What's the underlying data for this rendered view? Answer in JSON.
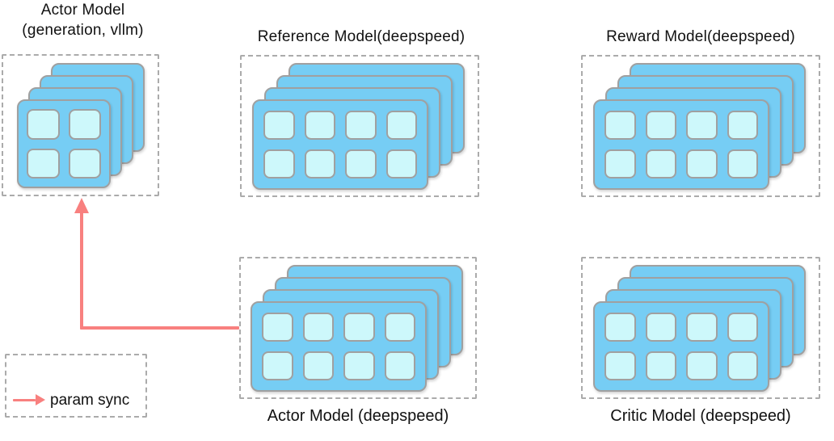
{
  "modules": [
    {
      "id": "actor-generation",
      "title": "Actor Model",
      "subtitle": "(generation, vllm)",
      "label_position": "top",
      "stack_depth": 4,
      "grid_cols": 2,
      "grid_rows": 2
    },
    {
      "id": "reference",
      "title": "Reference Model(deepspeed)",
      "label_position": "top",
      "stack_depth": 4,
      "grid_cols": 4,
      "grid_rows": 2
    },
    {
      "id": "reward",
      "title": "Reward Model(deepspeed)",
      "label_position": "top",
      "stack_depth": 4,
      "grid_cols": 4,
      "grid_rows": 2
    },
    {
      "id": "actor-train",
      "title": "Actor Model (deepspeed)",
      "label_position": "bottom",
      "stack_depth": 4,
      "grid_cols": 4,
      "grid_rows": 2
    },
    {
      "id": "critic",
      "title": "Critic Model (deepspeed)",
      "label_position": "bottom",
      "stack_depth": 4,
      "grid_cols": 4,
      "grid_rows": 2
    }
  ],
  "legend": {
    "label": "param sync"
  },
  "arrow": {
    "meaning": "param sync",
    "from": "Actor Model (deepspeed)",
    "to": "Actor Model (generation, vllm)"
  },
  "colors": {
    "card": "#76CDF4",
    "cell": "#CDF8FB",
    "card_border": "#A0A0A0",
    "dashed_border": "#ABABAB",
    "arrow": "#F8807F",
    "text": "#111111"
  }
}
